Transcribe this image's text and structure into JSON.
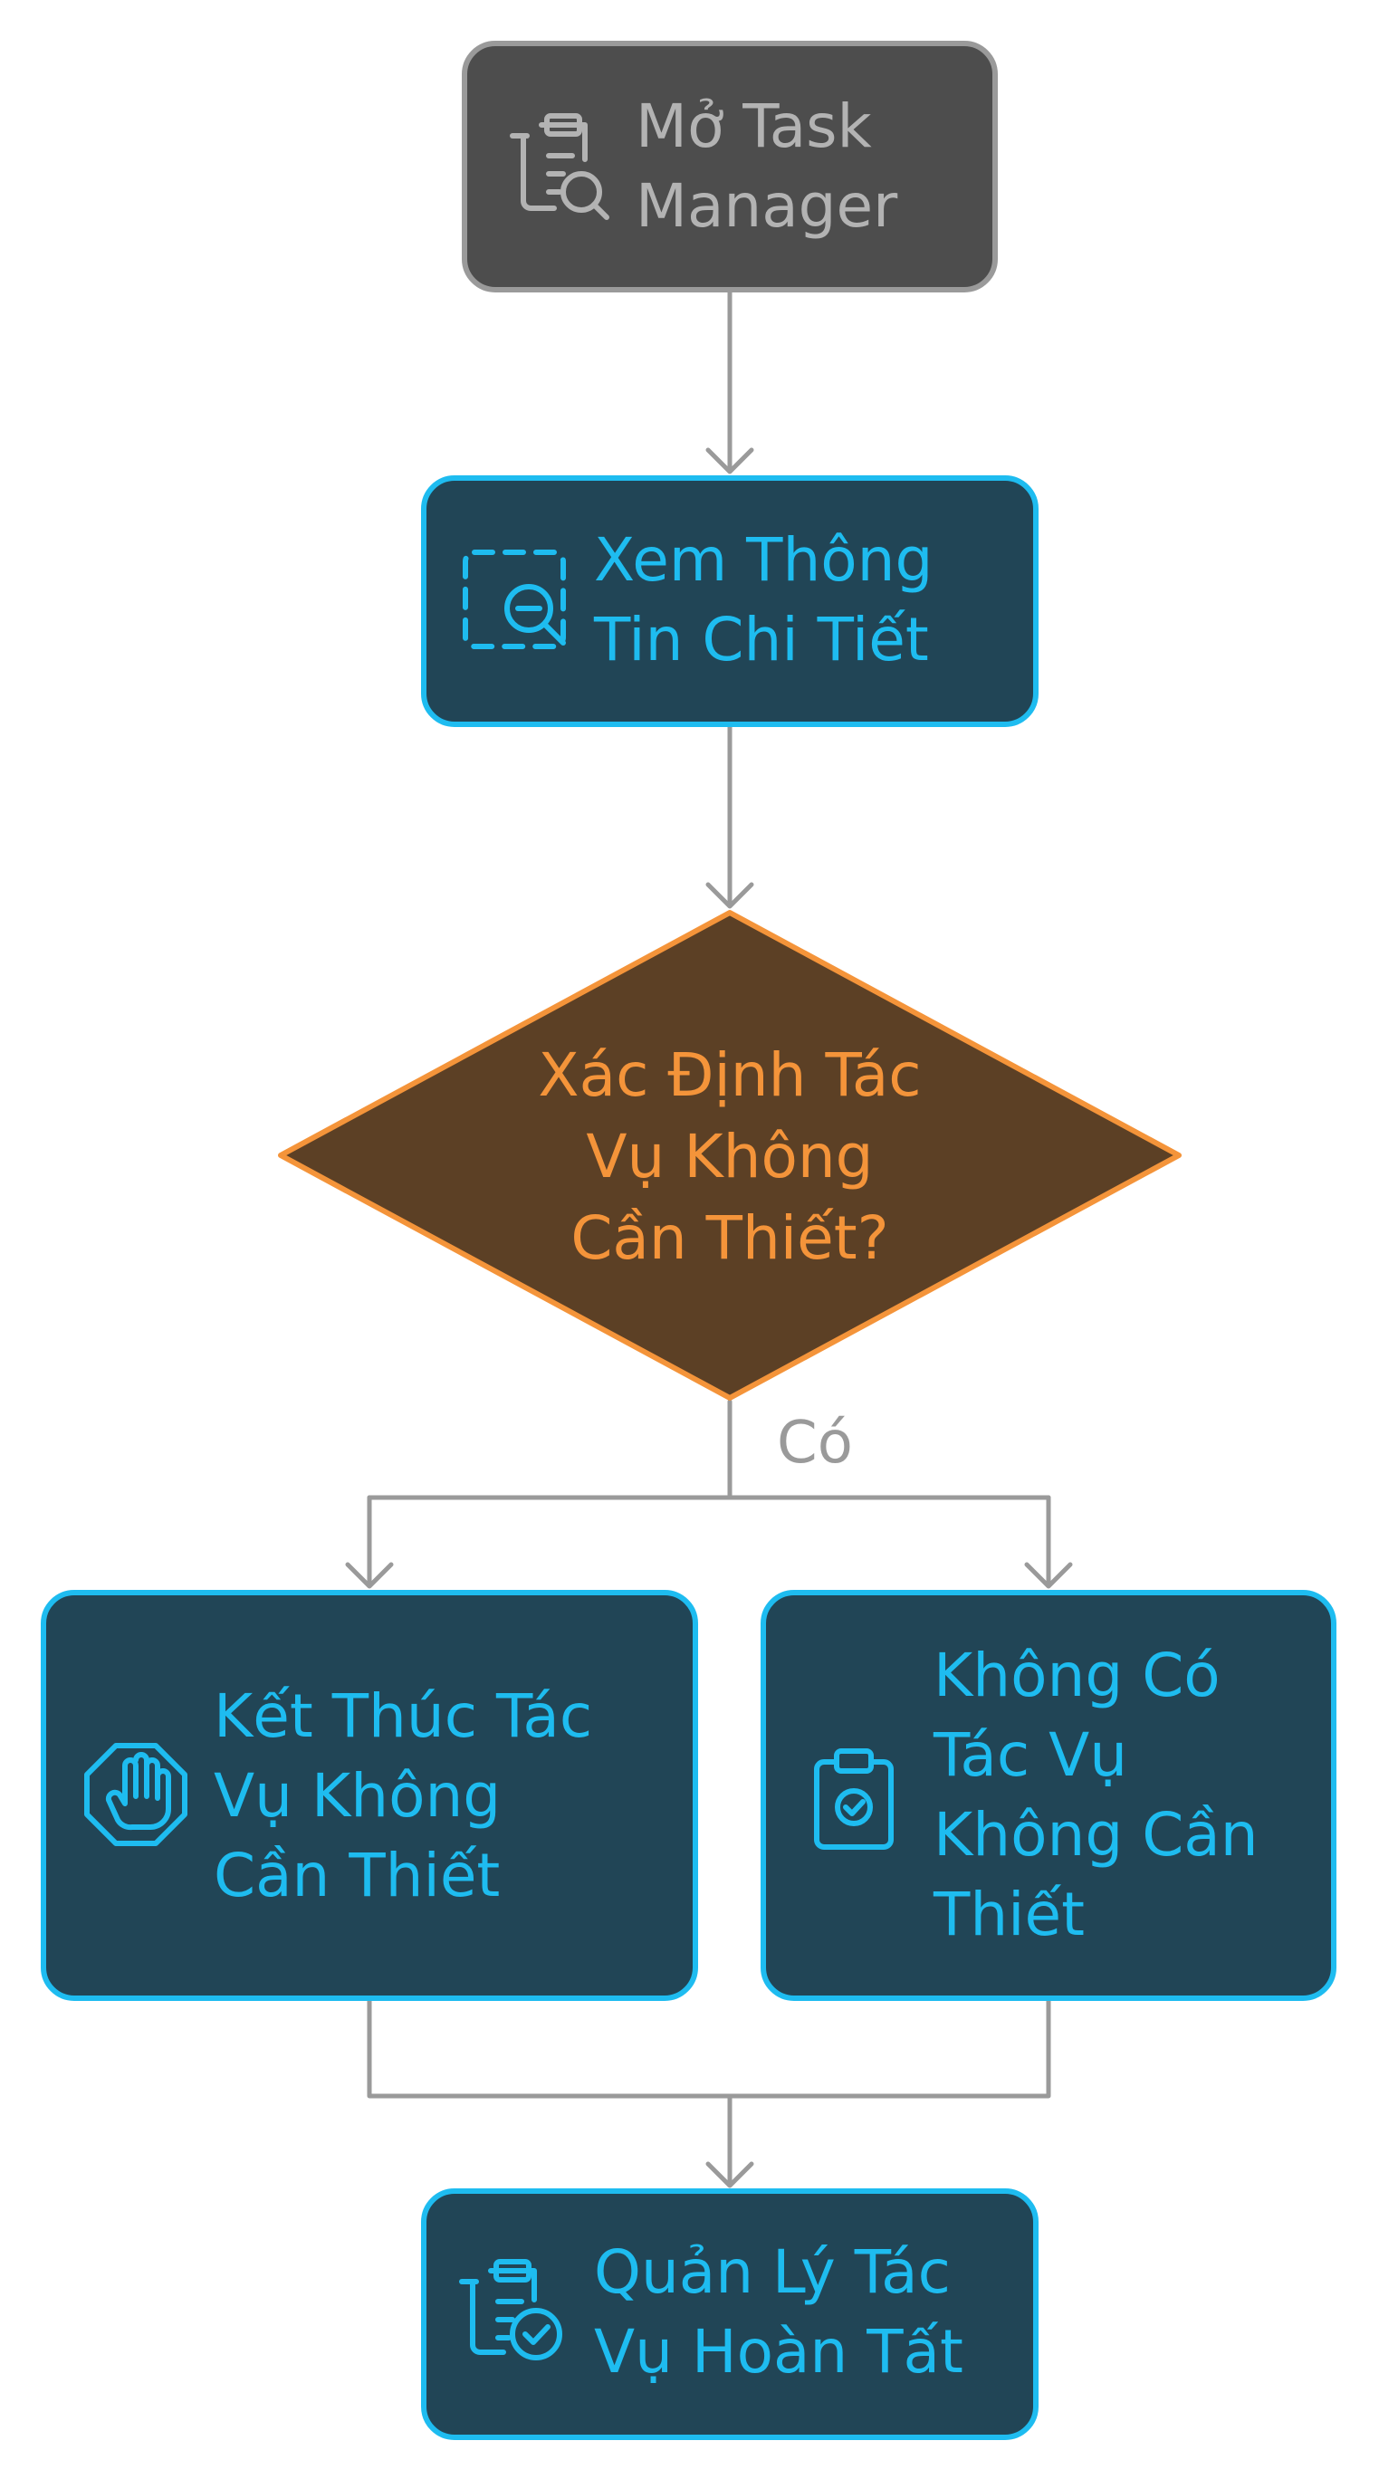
{
  "diagram": {
    "type": "flowchart",
    "colors": {
      "start_fill": "#4d4d4d",
      "start_stroke": "#9a9a9a",
      "start_text": "#b3b3b3",
      "process_fill": "#214556",
      "process_stroke": "#1ebcf0",
      "process_text": "#1ebcf0",
      "decision_fill": "#5c4025",
      "decision_stroke": "#f4943a",
      "decision_text": "#f4943a",
      "edge": "#9a9a9a",
      "background": "#ffffff"
    },
    "nodes": {
      "open_task_manager": {
        "line1": "Mở Task",
        "line2": "Manager",
        "icon": "clipboard-search-icon"
      },
      "view_details": {
        "line1": "Xem Thông",
        "line2": "Tin Chi Tiết",
        "icon": "dashed-frame-zoom-out-icon"
      },
      "identify_decision": {
        "line1": "Xác Định Tác",
        "line2": "Vụ Không",
        "line3": "Cần Thiết?"
      },
      "end_task": {
        "line1": "Kết Thúc Tác",
        "line2": "Vụ Không",
        "line3": "Cần Thiết",
        "icon": "stop-hand-icon"
      },
      "no_unneeded_task": {
        "line1": "Không Có",
        "line2": "Tác Vụ",
        "line3": "Không Cần",
        "line4": "Thiết",
        "icon": "clipboard-check-icon"
      },
      "task_management_done": {
        "line1": "Quản Lý Tác",
        "line2": "Vụ Hoàn Tất",
        "icon": "clipboard-check-circle-icon"
      }
    },
    "edges": {
      "decision_yes_label": "Có"
    }
  }
}
